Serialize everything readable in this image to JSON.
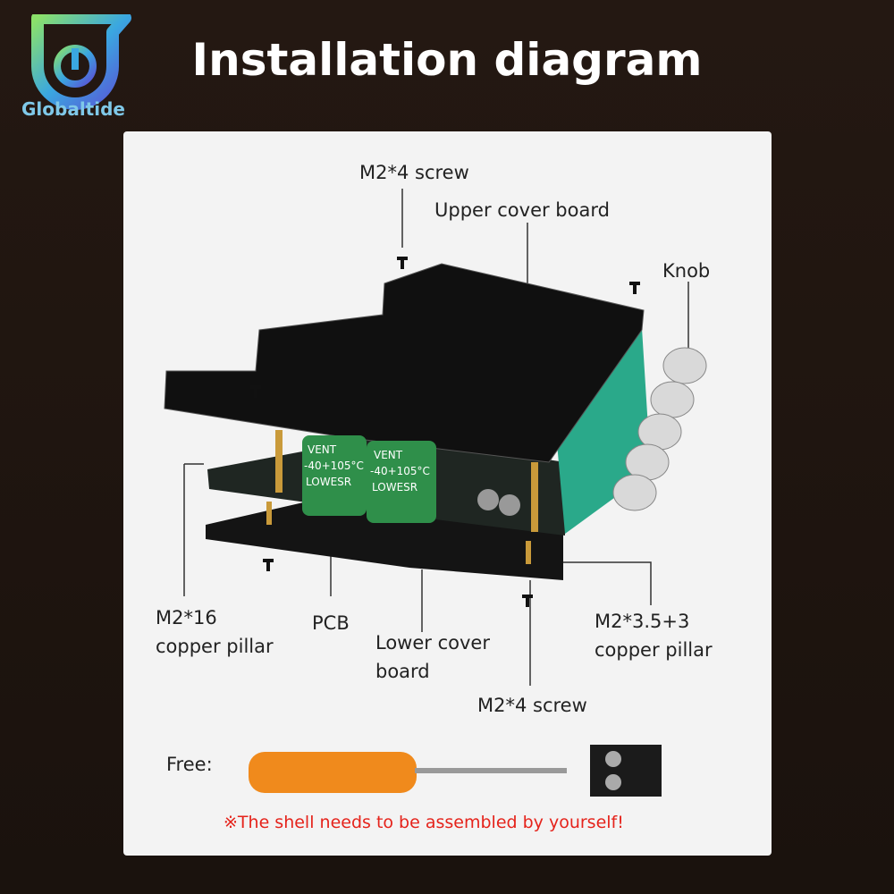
{
  "header": {
    "brand": "Globaltide",
    "title": "Installation diagram"
  },
  "labels": {
    "screw_top": "M2*4 screw",
    "upper_cover": "Upper cover board",
    "knob": "Knob",
    "pillar16_line1": "M2*16",
    "pillar16_line2": "copper pillar",
    "pcb": "PCB",
    "lower_cover_line1": "Lower cover",
    "lower_cover_line2": "board",
    "pillar35_line1": "M2*3.5+3",
    "pillar35_line2": "copper pillar",
    "screw_bottom": "M2*4 screw",
    "free": "Free:",
    "warning": "※The shell needs to be assembled by yourself!"
  },
  "capacitor": {
    "line1": "VENT",
    "line2": "-40+105°C",
    "line3": "LOWESR"
  },
  "colors": {
    "background": "#1d1410",
    "panel": "#f3f3f3",
    "title": "#ffffff",
    "warning": "#e5231b",
    "capacitor": "#2f8f4a",
    "screwdriver_handle": "#f08a1c"
  }
}
